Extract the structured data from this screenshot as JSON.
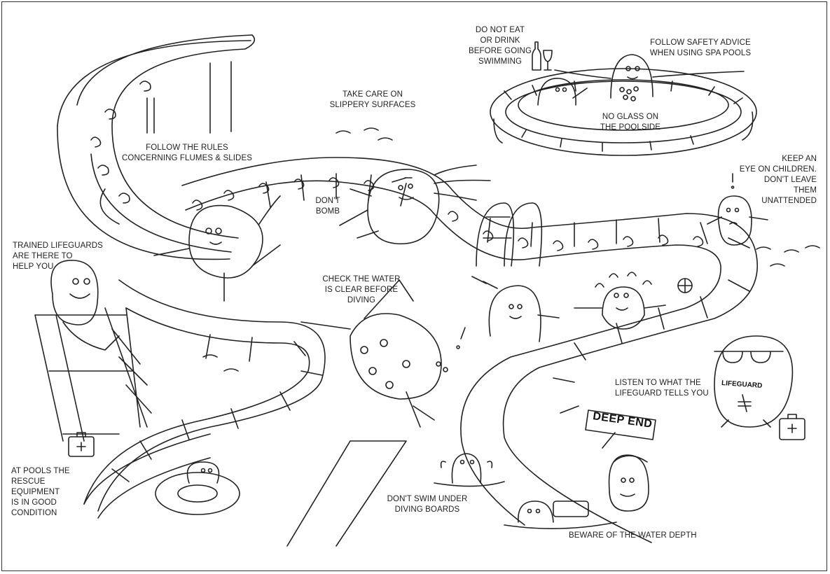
{
  "scene": {
    "caption_color": "#222222",
    "line_color": "#222222"
  },
  "captions": {
    "no_eat_drink": "DO NOT EAT\nOR DRINK\nBEFORE GOING\nSWIMMING",
    "spa_pools": "FOLLOW SAFETY ADVICE\nWHEN USING SPA POOLS",
    "slippery": "TAKE CARE ON\nSLIPPERY SURFACES",
    "no_glass": "NO GLASS ON\nTHE POOLSIDE",
    "flumes": "FOLLOW THE RULES\nCONCERNING FLUMES & SLIDES",
    "dont_bomb": "DON'T\nBOMB",
    "children": "KEEP AN\nEYE ON CHILDREN.\nDON'T LEAVE\nTHEM\nUNATTENDED",
    "lifeguards": "TRAINED LIFEGUARDS\nARE THERE TO\nHELP YOU",
    "check_water": "CHECK THE WATER\nIS CLEAR BEFORE\nDIVING",
    "listen": "LISTEN TO WHAT THE\nLIFEGUARD TELLS YOU",
    "rescue": "AT POOLS THE\nRESCUE EQUIPMENT\nIS IN GOOD\nCONDITION",
    "diving_boards": "DON'T SWIM UNDER\nDIVING BOARDS",
    "depth": "BEWARE OF THE WATER DEPTH"
  },
  "signs": {
    "deep_end": "DEEP END",
    "lifeguard_shirt": "LIFEGUARD"
  },
  "icons": [
    "water-slide-icon",
    "spa-pool-icon",
    "swimming-pool-icon",
    "lifeguard-chair-icon",
    "first-aid-kit-icon",
    "diving-board-icon",
    "pool-ladder-icon",
    "beach-ball-icon",
    "wine-bottle-icon",
    "wine-glass-icon",
    "float-ring-icon",
    "sunglasses-icon"
  ]
}
